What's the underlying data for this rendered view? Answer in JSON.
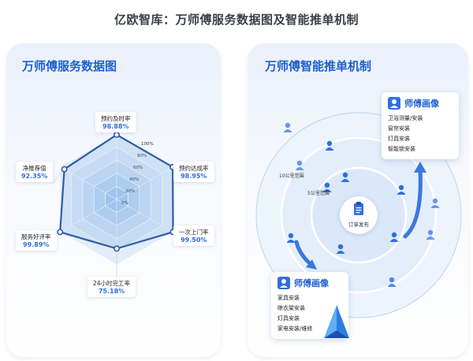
{
  "header": {
    "title": "亿欧智库：万师傅服务数据图及智能推单机制"
  },
  "left_panel": {
    "title": "万师傅服务数据图",
    "metrics": [
      {
        "label": "预约及时率",
        "value": "98.88%"
      },
      {
        "label": "预约达成率",
        "value": "98.95%"
      },
      {
        "label": "一次上门率",
        "value": "99.50%"
      },
      {
        "label": "24小时完工率",
        "value": "75.18%"
      },
      {
        "label": "服务好评率",
        "value": "99.89%"
      },
      {
        "label": "净推荐值",
        "value": "92.35%"
      }
    ],
    "radar_ticks": [
      "0%",
      "20%",
      "40%",
      "60%",
      "80%",
      "100%"
    ],
    "radar_values": [
      98.88,
      98.95,
      99.5,
      75.18,
      99.89,
      92.35
    ],
    "colors": {
      "accent": "#1f5fd1",
      "line": "#2d5ca8",
      "fill": "#cfe2f7"
    }
  },
  "right_panel": {
    "title": "万师傅智能推单机制",
    "ring_outer_label": "10公里范围",
    "ring_inner_label": "5公里范围",
    "center_label": "订单发布",
    "profile_top": {
      "title": "师傅画像",
      "items": [
        "卫浴测量/安装",
        "窗帘安装",
        "灯具安装",
        "智能锁安装"
      ]
    },
    "profile_bottom": {
      "title": "师傅画像",
      "items": [
        "家具安装",
        "晾衣架安装",
        "灯具安装",
        "家电安装/维修"
      ]
    },
    "icons": [
      "person-icon",
      "clipboard-icon",
      "arrow-icon",
      "logo-icon"
    ],
    "colors": {
      "accent": "#2f6fe0",
      "ring": "#bcd3f2"
    }
  }
}
